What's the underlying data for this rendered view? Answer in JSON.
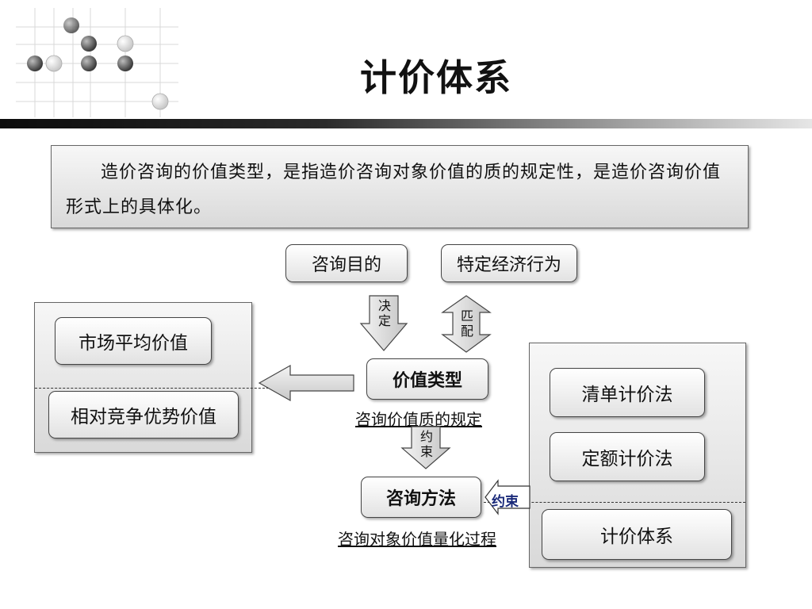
{
  "title": "计价体系",
  "intro": "造价咨询的价值类型，是指造价咨询对象价值的质的规定性，是造价咨询价值形式上的具体化。",
  "top_boxes": {
    "purpose": "咨询目的",
    "behavior": "特定经济行为"
  },
  "arrows": {
    "decide": "决定",
    "match": "匹配",
    "constrain_down": "约束",
    "constrain_left": "约束"
  },
  "center": {
    "value_type": "价值类型",
    "value_type_caption": "咨询价值质的规定",
    "method": "咨询方法",
    "method_caption": "咨询对象价值量化过程"
  },
  "left_panel": {
    "market_value": "市场平均价值",
    "relative_value": "相对竞争优势价值"
  },
  "right_panel": {
    "bill_pricing": "清单计价法",
    "quota_pricing": "定额计价法",
    "pricing_system": "计价体系"
  },
  "colors": {
    "box_border": "#444444",
    "title_bar_dark": "#0c0c0c",
    "constrain_label": "#1a2a7a"
  }
}
